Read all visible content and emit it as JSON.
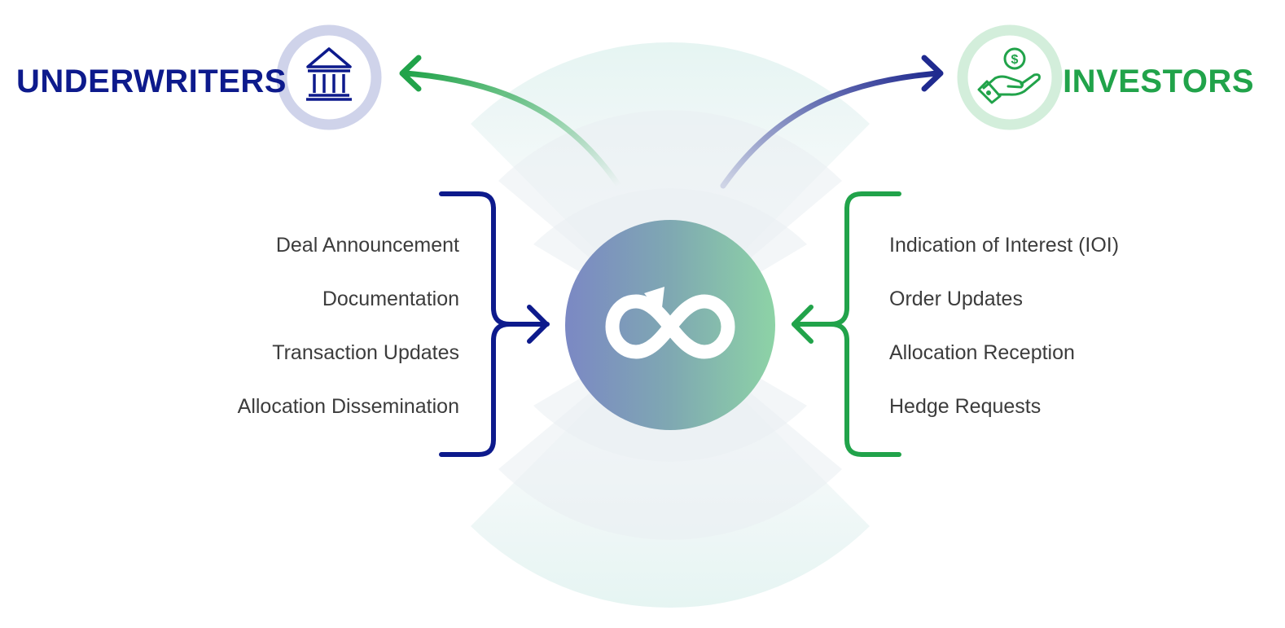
{
  "colors": {
    "underwriters": "#0d1a8c",
    "investors": "#21a34a",
    "text": "#3c3c3c",
    "hub_left": "#7b88c4",
    "hub_right": "#8dd3a6"
  },
  "underwriters": {
    "title": "UNDERWRITERS",
    "icon": "bank-icon",
    "items": [
      "Deal Announcement",
      "Documentation",
      "Transaction Updates",
      "Allocation Dissemination"
    ]
  },
  "investors": {
    "title": "INVESTORS",
    "icon": "hand-dollar-icon",
    "items": [
      "Indication of Interest (IOI)",
      "Order Updates",
      "Allocation Reception",
      "Hedge Requests"
    ]
  },
  "hub": {
    "icon": "infinity-loop-icon"
  }
}
